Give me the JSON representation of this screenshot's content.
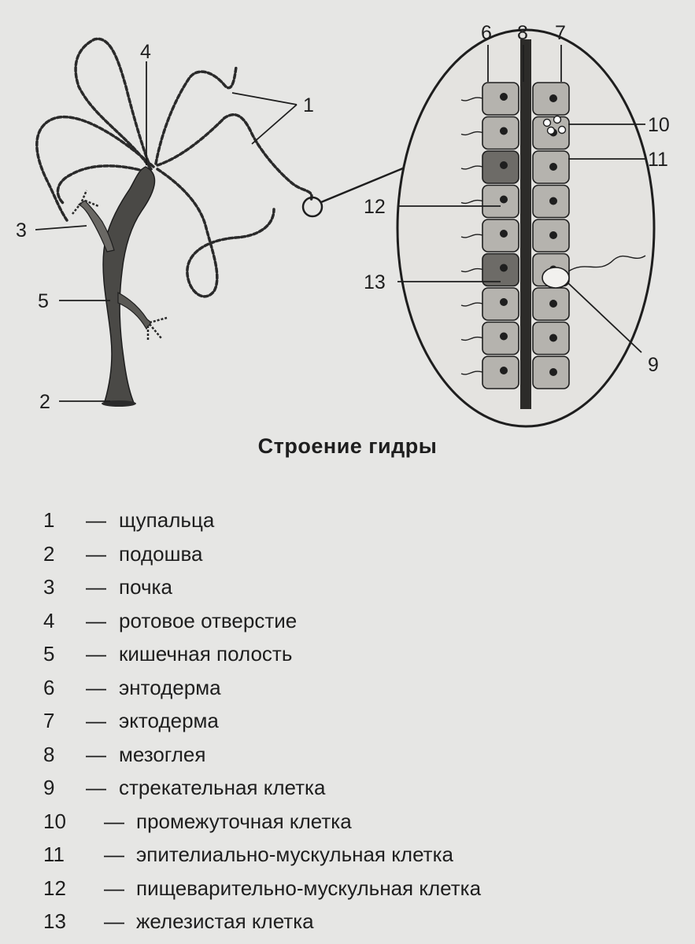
{
  "figure": {
    "callouts": [
      "1",
      "2",
      "3",
      "4",
      "5",
      "6",
      "7",
      "8",
      "9",
      "10",
      "11",
      "12",
      "13"
    ],
    "colors": {
      "background": "#e6e6e4",
      "ink": "#1e1e1e",
      "cell_light": "#b5b3ae",
      "cell_dark": "#6d6b67",
      "mesoglea": "#2c2b29"
    }
  },
  "caption": "Строение гидры",
  "legend": [
    {
      "num": "1",
      "dash": "—",
      "text": "щупальца"
    },
    {
      "num": "2",
      "dash": "—",
      "text": "подошва"
    },
    {
      "num": "3",
      "dash": "—",
      "text": "почка"
    },
    {
      "num": "4",
      "dash": "—",
      "text": "ротовое отверстие"
    },
    {
      "num": "5",
      "dash": "—",
      "text": "кишечная полость"
    },
    {
      "num": "6",
      "dash": "—",
      "text": "энтодерма"
    },
    {
      "num": "7",
      "dash": "—",
      "text": "эктодерма"
    },
    {
      "num": "8",
      "dash": "—",
      "text": "мезоглея"
    },
    {
      "num": "9",
      "dash": "—",
      "text": "стрекательная клетка"
    },
    {
      "num": "10",
      "dash": "—",
      "text": "промежуточная клетка"
    },
    {
      "num": "11",
      "dash": "—",
      "text": "эпителиально-мускульная клетка"
    },
    {
      "num": "12",
      "dash": "—",
      "text": "пищеварительно-мускульная клетка"
    },
    {
      "num": "13",
      "dash": "—",
      "text": "железистая клетка"
    }
  ]
}
